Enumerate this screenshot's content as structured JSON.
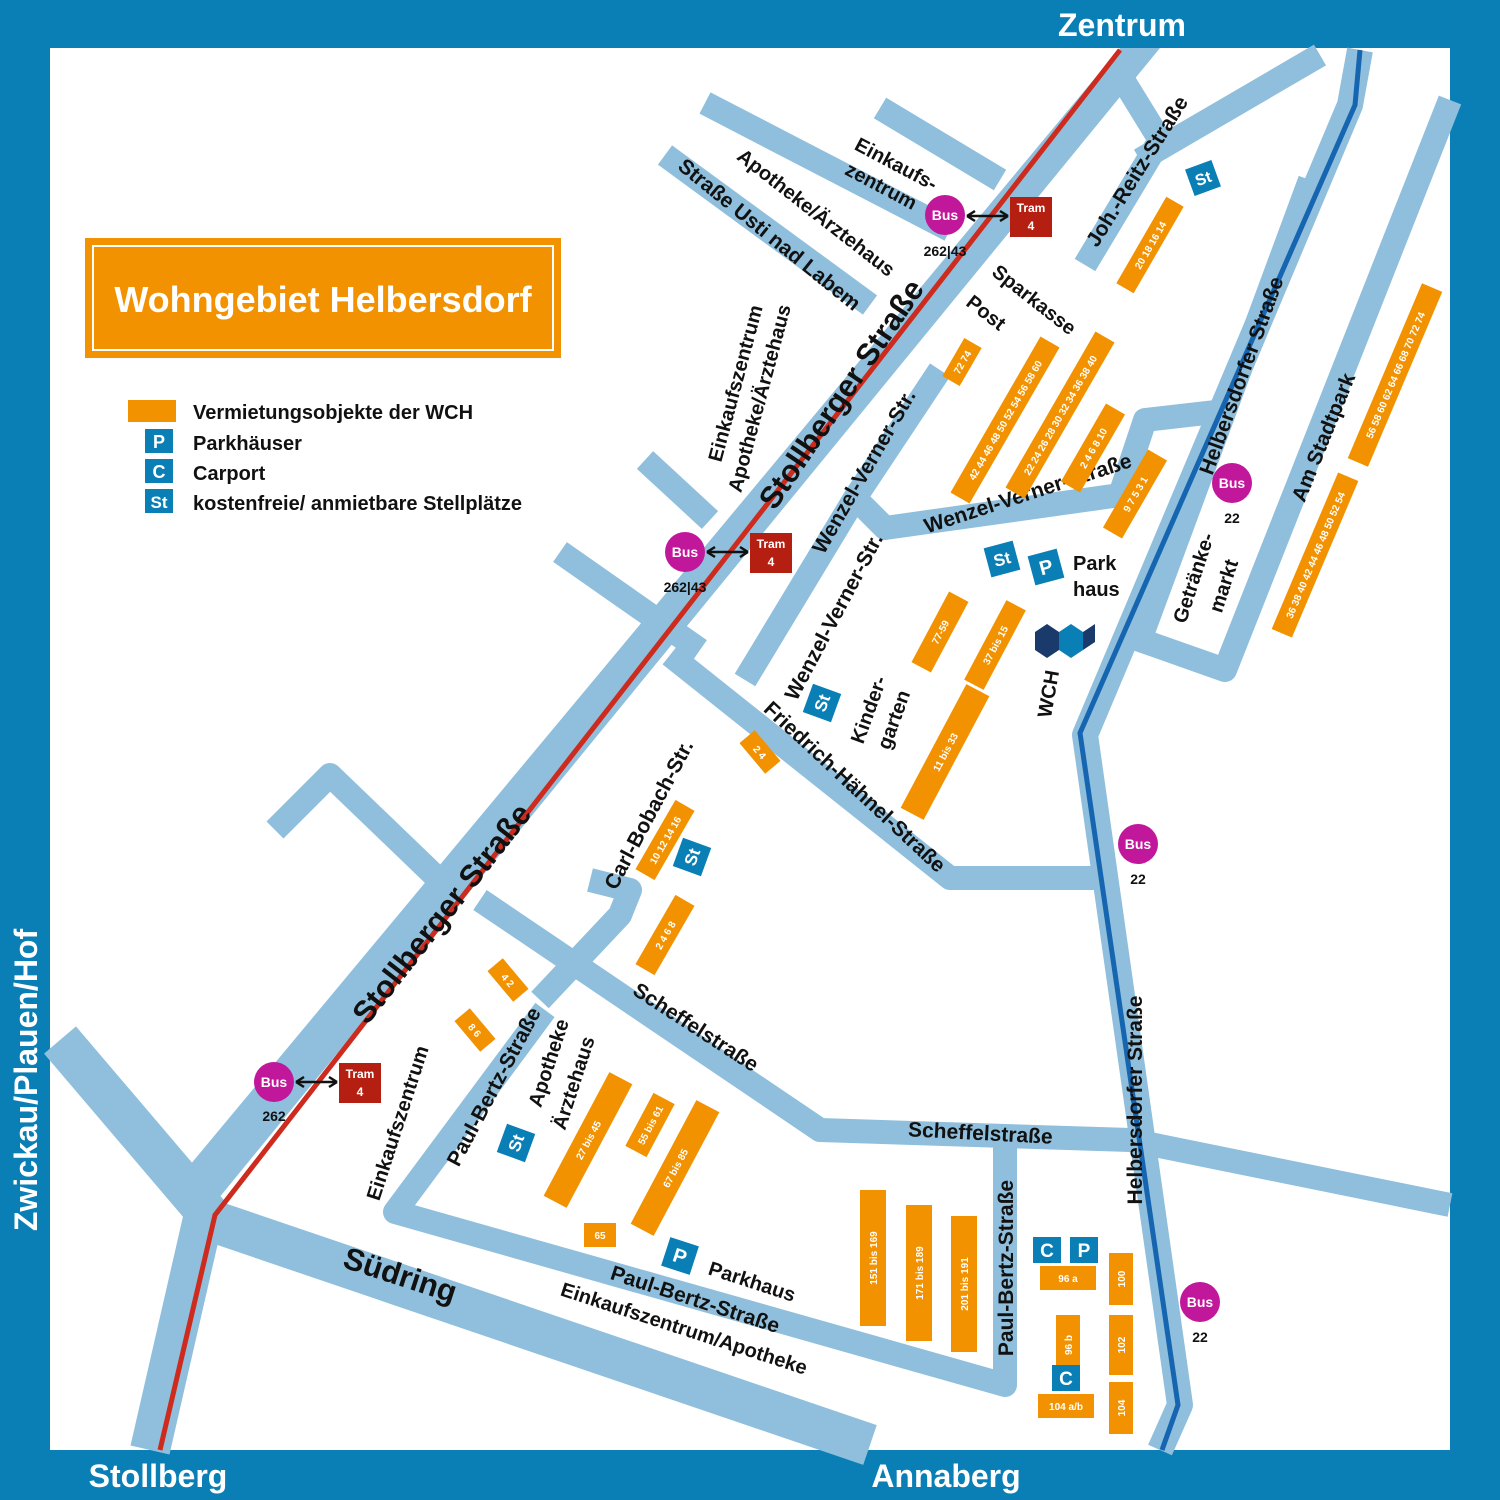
{
  "colors": {
    "frame": "#0a7fb5",
    "road": "#8fbfdc",
    "tram_line": "#cc2b1d",
    "bus_line": "#1565b0",
    "building": "#f39200",
    "bus_stop": "#c1179b",
    "tram_stop": "#b51f12",
    "parking": "#0a7fb5"
  },
  "edges": {
    "top": "Zentrum",
    "bottom_left": "Stollberg",
    "bottom_right": "Annaberg",
    "left": "Zwickau/Plauen/Hof"
  },
  "title": "Wohngebiet Helbersdorf",
  "legend": [
    {
      "symbol": "",
      "icon": "orange-rectangle",
      "label": "Vermietungsobjekte der WCH"
    },
    {
      "symbol": "P",
      "icon": "parking-icon",
      "label": "Parkhäuser"
    },
    {
      "symbol": "C",
      "icon": "carport-icon",
      "label": "Carport"
    },
    {
      "symbol": "St",
      "icon": "stellplatz-icon",
      "label": "kostenfreie/ anmietbare Stellplätze"
    }
  ],
  "streets": [
    "Stollberger Straße",
    "Stollberger Straße",
    "Straße Usti nad Labem",
    "Joh.-Reitz-Straße",
    "Helbersdorfer Straße",
    "Helbersdorfer Straße",
    "Am Stadtpark",
    "Wenzel-Verner-Str.",
    "Wenzel-Verner-Str.",
    "Wenzel-Verner-Straße",
    "Friedrich-Hähnel-Straße",
    "Carl-Bobach-Str.",
    "Scheffelstraße",
    "Scheffelstraße",
    "Paul-Bertz-Straße",
    "Paul-Bertz-Straße",
    "Paul-Bertz-Straße",
    "Südring"
  ],
  "places": [
    "Einkaufs-",
    "zentrum",
    "Apotheke/Ärztehaus",
    "Sparkasse",
    "Post",
    "Einkaufszentrum",
    "Apotheke/Ärztehaus",
    "Park",
    "haus",
    "Getränke-",
    "markt",
    "Kinder-",
    "garten",
    "WCH",
    "Einkaufszentrum",
    "Apotheke",
    "Ärztehaus",
    "Parkhaus",
    "Einkaufszentrum/Apotheke"
  ],
  "stops": {
    "bus_label": "Bus",
    "tram_label": "Tram",
    "tram_line": "4",
    "lines": [
      "262|43",
      "262|43",
      "262",
      "22",
      "22",
      "22"
    ]
  },
  "buildings": [
    "20 18 16 14",
    "72 74",
    "42 44 46 48 50 52 54 56 58 60",
    "22 24 26 28 30 32 34 36 38 40",
    "2 4 6 8 10",
    "9 7 5 3 1",
    "56 58 60 62 64 66 68 70 72 74",
    "36 38 40 42 44 46 48 50 52 54",
    "77-59",
    "37 bis 15",
    "11 bis 33",
    "2 4",
    "10 12 14 16",
    "2 4 6 8",
    "4 2",
    "8 6",
    "27 bis 45",
    "55 bis 61",
    "67 bis 85",
    "65",
    "151 bis 169",
    "171 bis 189",
    "201 bis 191",
    "96 a",
    "96 b",
    "100",
    "102",
    "104",
    "104 a/b"
  ],
  "parking_symbols": {
    "st": "St",
    "p": "P",
    "c": "C"
  }
}
